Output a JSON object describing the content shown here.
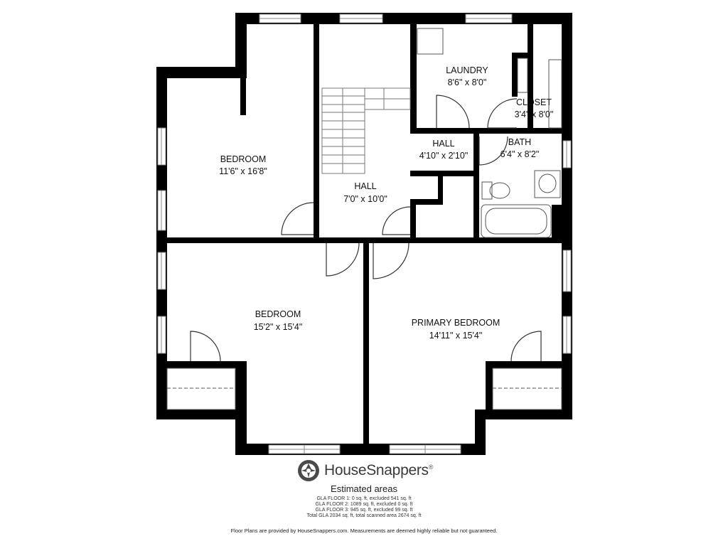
{
  "rooms": [
    {
      "id": "bedroom-nw",
      "name": "BEDROOM",
      "dims": "11'6\" x 16'8\""
    },
    {
      "id": "hall-main",
      "name": "HALL",
      "dims": "7'0\" x 10'0\""
    },
    {
      "id": "laundry",
      "name": "LAUNDRY",
      "dims": "8'6\" x 8'0\""
    },
    {
      "id": "closet",
      "name": "CLOSET",
      "dims": "3'4\" x 8'0\""
    },
    {
      "id": "hall-small",
      "name": "HALL",
      "dims": "4'10\" x 2'10\""
    },
    {
      "id": "bath",
      "name": "BATH",
      "dims": "6'4\" x 8'2\""
    },
    {
      "id": "bedroom-sw",
      "name": "BEDROOM",
      "dims": "15'2\" x 15'4\""
    },
    {
      "id": "primary-bedroom",
      "name": "PRIMARY BEDROOM",
      "dims": "14'11\" x 15'4\""
    }
  ],
  "brand": {
    "name_part1": "House",
    "name_part2": "Snappers",
    "reg": "®",
    "icon": "camera-aperture-icon"
  },
  "areas": {
    "title": "Estimated areas",
    "lines": [
      "GLA FLOOR 1: 0 sq. ft, excluded 541 sq. ft",
      "GLA FLOOR 2: 1089 sq. ft, excluded 0 sq. ft",
      "GLA FLOOR 3: 945 sq. ft, excluded 99 sq. ft",
      "Total GLA 2034 sq. ft, total scanned area 2674 sq. ft"
    ]
  },
  "disclaimer": "Floor Plans are provided by HouseSnappers.com. Measurements are deemed highly reliable but not guaranteed.",
  "colors": {
    "wall": "#000000",
    "fixture": "#555555",
    "window": "#888888"
  }
}
